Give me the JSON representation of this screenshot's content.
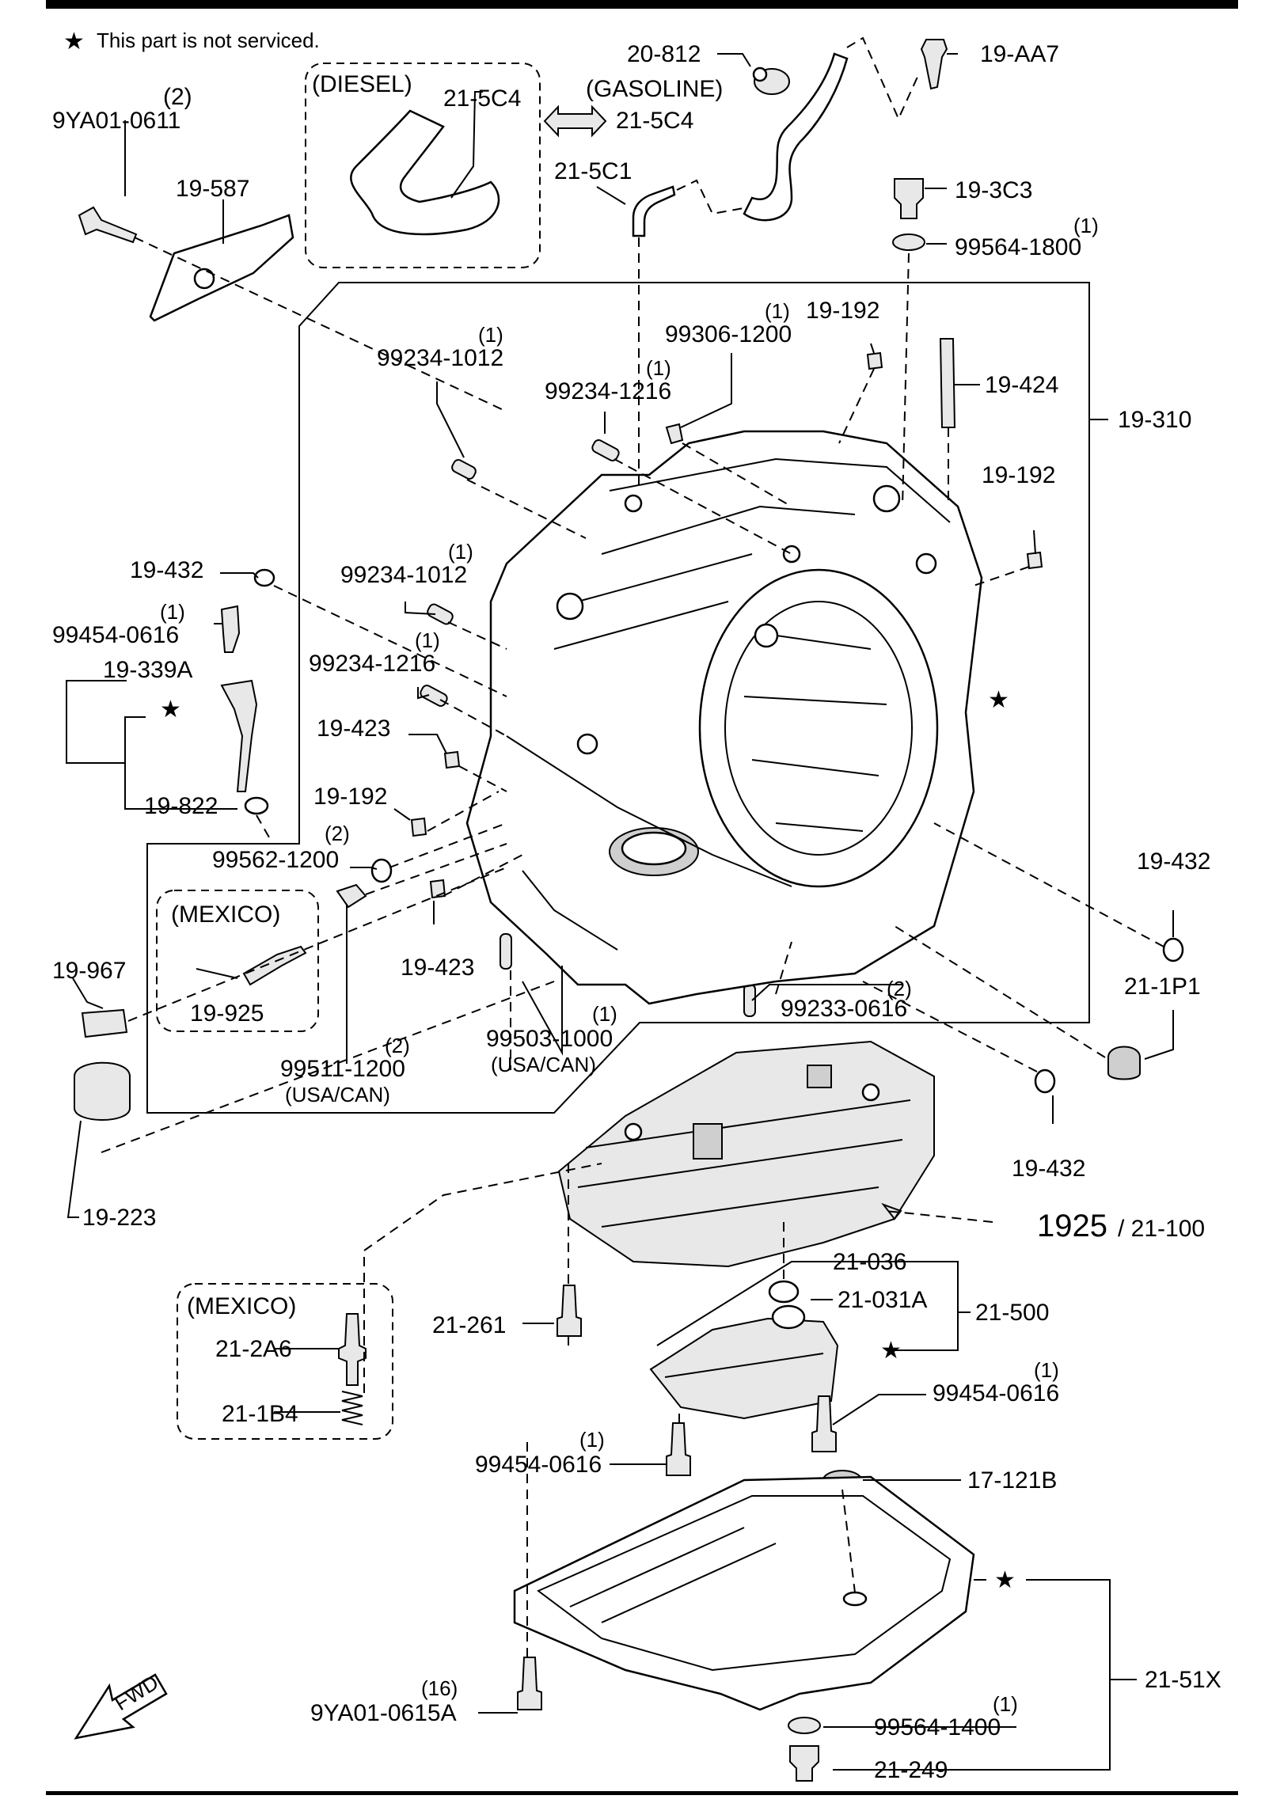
{
  "note": {
    "star": "★",
    "text": "This part is not serviced."
  },
  "groups": {
    "diesel": "(DIESEL)",
    "gasoline": "(GASOLINE)",
    "mexico_a": "(MEXICO)",
    "mexico_b": "(MEXICO)"
  },
  "labels": {
    "p9ya01_0611": "9YA01-0611",
    "q9ya01_0611": "(2)",
    "p19_587": "19-587",
    "p21_5c4_diesel": "21-5C4",
    "p21_5c4_gas": "21-5C4",
    "p20_812": "20-812",
    "p19_aa7": "19-AA7",
    "p21_5c1": "21-5C1",
    "p19_3c3": "19-3C3",
    "p99564_1800": "99564-1800",
    "q99564_1800": "(1)",
    "p99234_1012a": "99234-1012",
    "q99234_1012a": "(1)",
    "p99306_1200": "99306-1200",
    "q99306_1200": "(1)",
    "p19_192a": "19-192",
    "p99234_1216a": "99234-1216",
    "q99234_1216a": "(1)",
    "p19_424": "19-424",
    "p19_310": "19-310",
    "p19_192b": "19-192",
    "p19_432a": "19-432",
    "p99234_1012b": "99234-1012",
    "q99234_1012b": "(1)",
    "p99454_0616a": "99454-0616",
    "q99454_0616a": "(1)",
    "p19_339a": "19-339A",
    "p99234_1216b": "99234-1216",
    "q99234_1216b": "(1)",
    "p19_423a": "19-423",
    "p19_192c": "19-192",
    "p19_822": "19-822",
    "p99562_1200": "99562-1200",
    "q99562_1200": "(2)",
    "p19_432b": "19-432",
    "p19_925": "19-925",
    "p19_967": "19-967",
    "p19_423b": "19-423",
    "p99233_0616": "99233-0616",
    "q99233_0616": "(2)",
    "p21_1p1": "21-1P1",
    "p99503_1000": "99503-1000",
    "q99503_1000": "(1)",
    "u99503_1000": "(USA/CAN)",
    "p99511_1200": "99511-1200",
    "q99511_1200": "(2)",
    "u99511_1200": "(USA/CAN)",
    "p19_223": "19-223",
    "p19_432c": "19-432",
    "ref_num": "1925",
    "ref_part": "/ 21-100",
    "p21_036": "21-036",
    "p21_031a": "21-031A",
    "p21_500": "21-500",
    "p21_261": "21-261",
    "p21_2a6": "21-2A6",
    "p21_1b4": "21-1B4",
    "p99454_0616b": "99454-0616",
    "q99454_0616b": "(1)",
    "p99454_0616c": "99454-0616",
    "q99454_0616c": "(1)",
    "p17_121b": "17-121B",
    "p21_51x": "21-51X",
    "p9ya01_0615a": "9YA01-0615A",
    "q9ya01_0615a": "(16)",
    "p99564_1400": "99564-1400",
    "q99564_1400": "(1)",
    "p21_249": "21-249",
    "star": "★",
    "fwd": "FWD"
  }
}
